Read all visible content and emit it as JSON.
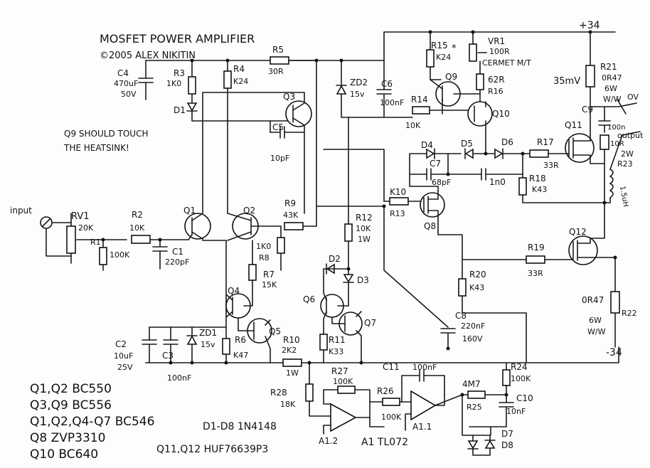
{
  "title": "MOSFET POWER AMPLIFIER",
  "copyright": "©2005  ALEX  NIKITIN",
  "note_line1": "Q9 SHOULD TOUCH",
  "note_line2": "THE HEATSINK!",
  "rails": {
    "pos": "+34",
    "neg": "-34"
  },
  "input_label": "input",
  "output_label": "output",
  "ov_label": "OV",
  "bias_label": "35mV",
  "components": {
    "c4": [
      "C4",
      "470uF",
      "50V"
    ],
    "r3": [
      "R3",
      "1K0"
    ],
    "r4": [
      "R4",
      "K24"
    ],
    "r5": [
      "R5",
      "30R"
    ],
    "d1": "D1",
    "zd2": [
      "ZD2",
      "15v"
    ],
    "c6": [
      "C6",
      "100nF"
    ],
    "r15": [
      "R15",
      "K24",
      "*"
    ],
    "vr1": [
      "VR1",
      "100R",
      "CERMET M/T"
    ],
    "r16": [
      "62R",
      "R16"
    ],
    "q9": "Q9",
    "r14": [
      "R14",
      "10K"
    ],
    "q10": "Q10",
    "r21": [
      "R21",
      "0R47",
      "6W",
      "W/W"
    ],
    "c9": [
      "C9",
      "100n"
    ],
    "r23": [
      "10R",
      "2W",
      "R23"
    ],
    "coil": "1.5uH",
    "q11": "Q11",
    "q3": "Q3",
    "c5": [
      "C5",
      "10pF"
    ],
    "d4": "D4",
    "d5": "D5",
    "d6": "D6",
    "c7": [
      "C7",
      "68pF"
    ],
    "c_1n0": "1n0",
    "r17": [
      "R17",
      "33R"
    ],
    "r18": [
      "R18",
      "K43"
    ],
    "k10": [
      "K10",
      "R13"
    ],
    "q8": "Q8",
    "rv1": [
      "RV1",
      "20K"
    ],
    "r2": [
      "R2",
      "10K"
    ],
    "r1": [
      "R1",
      "100K"
    ],
    "c1": [
      "C1",
      "220pF"
    ],
    "q1": "Q1",
    "q2": "Q2",
    "r9": [
      "R9",
      "43K"
    ],
    "r8": [
      "1K0",
      "R8"
    ],
    "r12": [
      "R12",
      "10K",
      "1W"
    ],
    "q12": "Q12",
    "r19": [
      "R19",
      "33R"
    ],
    "r7": [
      "R7",
      "15K"
    ],
    "d2": "D2",
    "d3": "D3",
    "r20": [
      "R20",
      "K43"
    ],
    "q4": "Q4",
    "q5": "Q5",
    "q6": "Q6",
    "q7": "Q7",
    "r22": [
      "0R47",
      "R22",
      "6W",
      "W/W"
    ],
    "c2": [
      "C2",
      "10uF",
      "25V"
    ],
    "c3": [
      "C3",
      "100nF"
    ],
    "zd1": [
      "ZD1",
      "15v"
    ],
    "r6": [
      "R6",
      "K47"
    ],
    "r10": [
      "R10",
      "2K2",
      "1W"
    ],
    "r11": [
      "R11",
      "K33"
    ],
    "c8": [
      "C8",
      "220nF",
      "160V"
    ],
    "r27": [
      "R27",
      "100K"
    ],
    "c11": [
      "C11",
      "100nF"
    ],
    "r24": [
      "R24",
      "100K"
    ],
    "r26": [
      "R26",
      "100K"
    ],
    "r25": [
      "4M7",
      "R25"
    ],
    "c10": [
      "C10",
      "10nF"
    ],
    "r28": [
      "R28",
      "18K"
    ],
    "a12": "A1.2",
    "a11": "A1.1",
    "d7": "D7",
    "d8": "D8"
  },
  "parts_list": {
    "l1": "Q1,Q2  BC550",
    "l2": "Q3,Q9  BC556",
    "l3": "Q1,Q2,Q4-Q7 BC546",
    "l4": "Q8  ZVP3310",
    "l5": "Q10  BC640",
    "d_line": "D1-D8  1N4148",
    "mos_line": "Q11,Q12  HUF76639P3",
    "op_line": "A1  TL072"
  }
}
